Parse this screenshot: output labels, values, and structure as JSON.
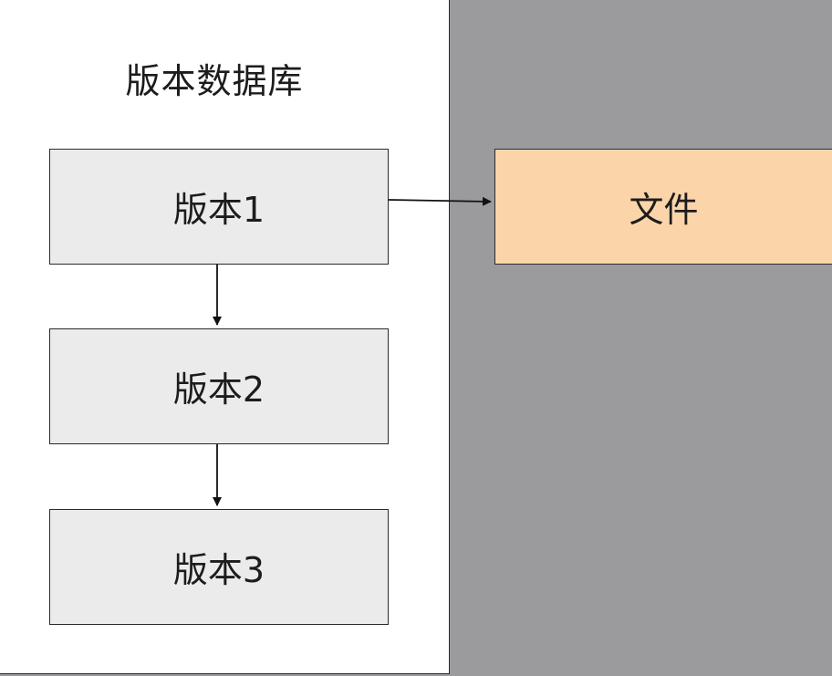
{
  "database": {
    "title": "版本数据库",
    "versions": [
      "版本1",
      "版本2",
      "版本3"
    ]
  },
  "file": {
    "label": "文件"
  },
  "colors": {
    "background": "#9b9b9d",
    "panel": "#ffffff",
    "version_fill": "#ebebeb",
    "file_fill": "#fbd5a9",
    "stroke": "#2b2b2b"
  }
}
